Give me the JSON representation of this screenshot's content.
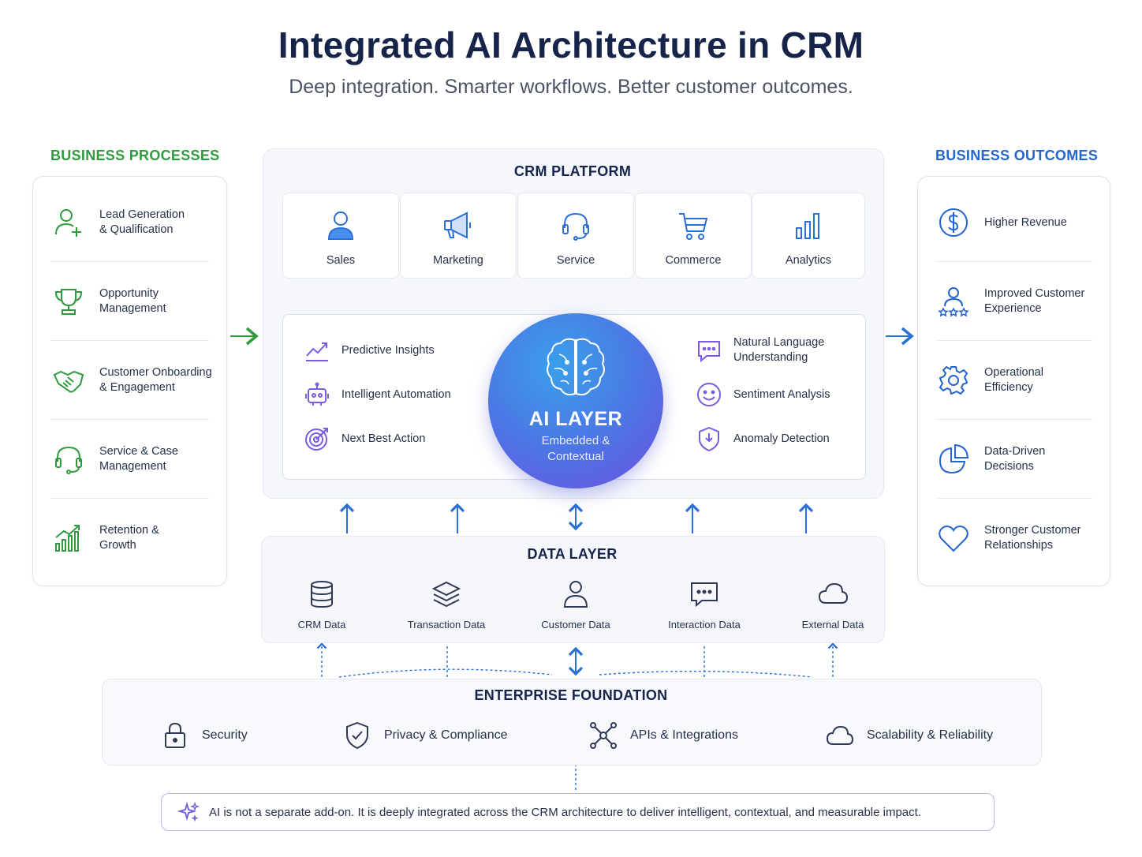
{
  "header": {
    "title": "Integrated AI Architecture in CRM",
    "subtitle": "Deep integration. Smarter workflows. Better customer outcomes."
  },
  "colors": {
    "navy": "#16244a",
    "green": "#2f9a3e",
    "blue": "#2364cf",
    "purple": "#6b4fe0"
  },
  "business_processes": {
    "heading": "BUSINESS PROCESSES",
    "items": [
      {
        "label": "Lead Generation\n& Qualification",
        "icon": "user-plus-icon"
      },
      {
        "label": "Opportunity\nManagement",
        "icon": "trophy-icon"
      },
      {
        "label": "Customer Onboarding\n& Engagement",
        "icon": "handshake-icon"
      },
      {
        "label": "Service & Case\nManagement",
        "icon": "headset-icon"
      },
      {
        "label": "Retention &\nGrowth",
        "icon": "growth-chart-icon"
      }
    ]
  },
  "crm_platform": {
    "heading": "CRM PLATFORM",
    "modules": [
      {
        "label": "Sales",
        "icon": "user-icon"
      },
      {
        "label": "Marketing",
        "icon": "megaphone-icon"
      },
      {
        "label": "Service",
        "icon": "headset-icon"
      },
      {
        "label": "Commerce",
        "icon": "cart-icon"
      },
      {
        "label": "Analytics",
        "icon": "bar-chart-icon"
      }
    ]
  },
  "ai_layer": {
    "title": "AI LAYER",
    "subtitle": "Embedded &\nContextual",
    "left_features": [
      {
        "label": "Predictive Insights",
        "icon": "trend-line-icon"
      },
      {
        "label": "Intelligent Automation",
        "icon": "robot-icon"
      },
      {
        "label": "Next Best Action",
        "icon": "target-icon"
      }
    ],
    "right_features": [
      {
        "label": "Natural Language\nUnderstanding",
        "icon": "chat-bubble-icon"
      },
      {
        "label": "Sentiment Analysis",
        "icon": "smiley-icon"
      },
      {
        "label": "Anomaly Detection",
        "icon": "shield-alert-icon"
      }
    ]
  },
  "data_layer": {
    "heading": "DATA LAYER",
    "sources": [
      {
        "label": "CRM Data",
        "icon": "database-icon"
      },
      {
        "label": "Transaction Data",
        "icon": "layers-icon"
      },
      {
        "label": "Customer Data",
        "icon": "user-icon"
      },
      {
        "label": "Interaction Data",
        "icon": "message-icon"
      },
      {
        "label": "External Data",
        "icon": "cloud-icon"
      }
    ]
  },
  "business_outcomes": {
    "heading": "BUSINESS OUTCOMES",
    "items": [
      {
        "label": "Higher Revenue",
        "icon": "dollar-icon"
      },
      {
        "label": "Improved Customer\nExperience",
        "icon": "user-stars-icon"
      },
      {
        "label": "Operational\nEfficiency",
        "icon": "gear-icon"
      },
      {
        "label": "Data-Driven\nDecisions",
        "icon": "pie-chart-icon"
      },
      {
        "label": "Stronger Customer\nRelationships",
        "icon": "heart-icon"
      }
    ]
  },
  "enterprise_foundation": {
    "heading": "ENTERPRISE FOUNDATION",
    "items": [
      {
        "label": "Security",
        "icon": "lock-icon"
      },
      {
        "label": "Privacy & Compliance",
        "icon": "shield-check-icon"
      },
      {
        "label": "APIs & Integrations",
        "icon": "network-icon"
      },
      {
        "label": "Scalability & Reliability",
        "icon": "cloud-icon"
      }
    ]
  },
  "footer_note": {
    "text": "AI is not a separate add-on. It is deeply integrated across the CRM architecture to deliver intelligent, contextual, and measurable impact.",
    "icon": "sparkle-icon"
  }
}
